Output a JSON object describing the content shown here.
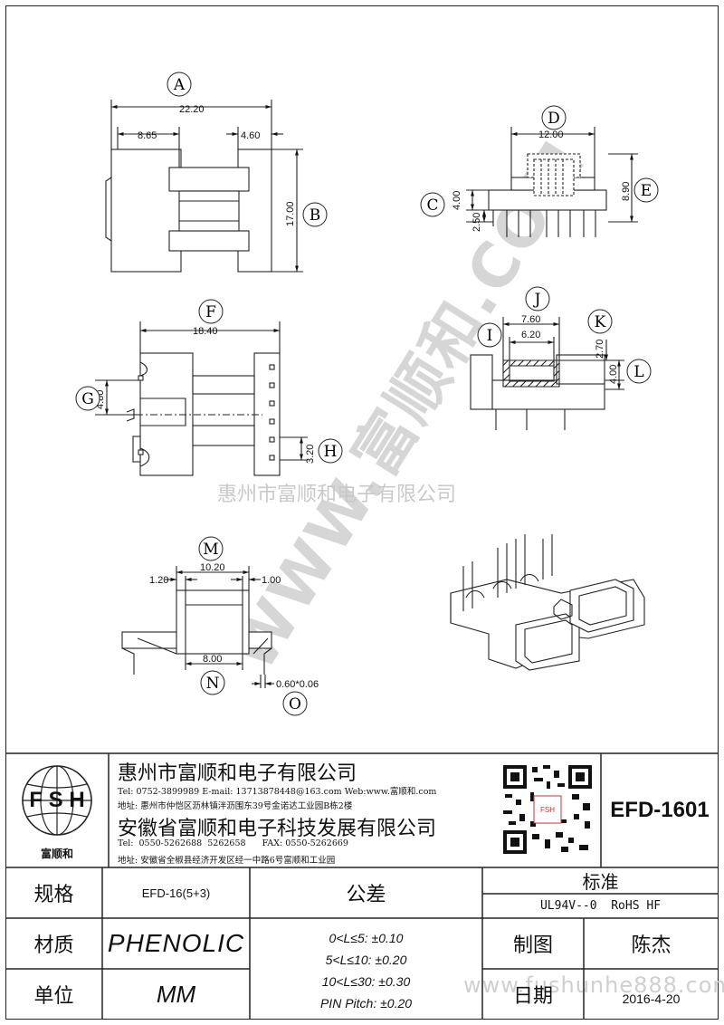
{
  "dimensions": {
    "A": "22.20",
    "a_left": "8.65",
    "a_right": "4.60",
    "B": "17.00",
    "D": "12.00",
    "E": "8.90",
    "C": "4.00",
    "C2": "2.50",
    "F": "18.40",
    "G": "4.80",
    "H": "3.20",
    "J_outer": "7.60",
    "J_inner": "6.20",
    "K": "2.70",
    "L": "4.00",
    "M": "10.20",
    "m_left": "1.20",
    "m_right": "1.00",
    "N": "8.00",
    "O": "0.60*0.06"
  },
  "callouts": {
    "A": "A",
    "B": "B",
    "C": "C",
    "D": "D",
    "E": "E",
    "F": "F",
    "G": "G",
    "H": "H",
    "I": "I",
    "J": "J",
    "K": "K",
    "L": "L",
    "M": "M",
    "N": "N",
    "O": "O"
  },
  "watermark": {
    "diagonal": "WWW.富顺和.COM",
    "center": "惠州市富顺和电子有限公司",
    "bottom": "www.fushunhe888.com"
  },
  "title_block": {
    "logo_letters": "F S H",
    "logo_caption": "富顺和",
    "company1": "惠州市富顺和电子有限公司",
    "company1_contact": "Tel:  0752-3899989  E-mail: 13713878448@163.com  Web:www.富顺和.com",
    "company1_address": "地址: 惠州市仲恺区沥林镇泮沥围东39号金诺达工业园B栋2楼",
    "company2": "安徽省富顺和电子科技发展有限公司",
    "company2_contact": "Tel:  0550-5262688  5262658      FAX: 0550-5262669",
    "company2_address": "地址: 安徽省全椒县经济开发区经一中路6号富顺和工业园",
    "part_number": "EFD-1601",
    "spec_label": "规格",
    "spec_value": "EFD-16(5+3)",
    "material_label": "材质",
    "material_value": "PHENOLIC",
    "unit_label": "单位",
    "unit_value": "MM",
    "tolerance_label": "公差",
    "tolerances": [
      "0<L≤5: ±0.10",
      "5<L≤10: ±0.20",
      "10<L≤30: ±0.30",
      "PIN Pitch: ±0.20"
    ],
    "standard_label": "标准",
    "standard_value": "UL94V--0  RoHS HF",
    "drawn_label": "制图",
    "drawn_value": "陈杰",
    "date_label": "日期",
    "date_value": "2016-4-20"
  }
}
